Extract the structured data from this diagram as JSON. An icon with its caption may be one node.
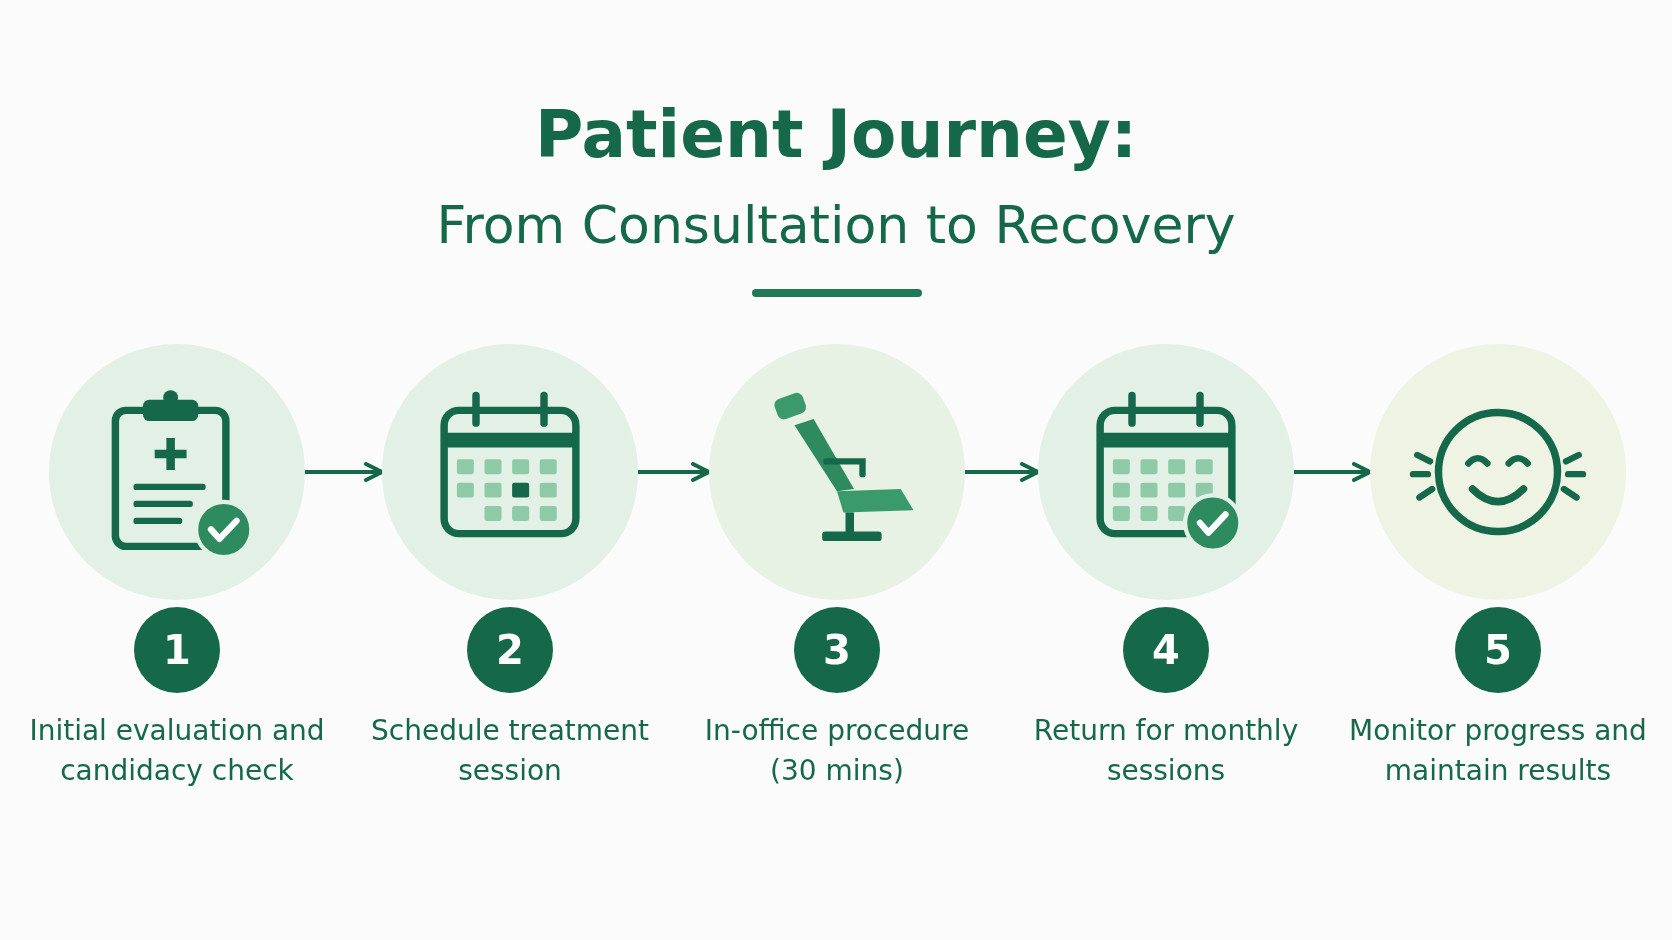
{
  "diagram": {
    "title": "Patient Journey:",
    "nodes": [
      {
        "text": [],
        "shape": "circle"
      },
      {
        "text": [],
        "shape": "circle"
      },
      {
        "text": [],
        "shape": "circle"
      },
      {
        "text": [],
        "shape": "circle"
      },
      {
        "text": [],
        "shape": "circle"
      },
      {
        "text": [
          "1"
        ],
        "beside": [
          "Initial evaluation and candidacy check"
        ]
      },
      {
        "text": [
          "2"
        ],
        "beside": [
          "Schedule treatment session"
        ]
      },
      {
        "text": [
          "3"
        ],
        "beside": [
          "In-office procedure (30 mins)"
        ]
      },
      {
        "text": [
          "4"
        ],
        "beside": [
          "Return for monthly sessions"
        ]
      },
      {
        "text": [
          "5"
        ],
        "beside": [
          "Monitor progress and maintain results"
        ]
      }
    ],
    "edges": [
      {
        "from": 0,
        "to": 1,
        "arrow": "to"
      },
      {
        "from": 1,
        "to": 2,
        "arrow": "to"
      },
      {
        "from": 2,
        "to": 3,
        "arrow": "to"
      },
      {
        "from": 3,
        "to": 4,
        "arrow": "to"
      }
    ],
    "labels": [
      "From Consultation to Recovery"
    ]
  }
}
